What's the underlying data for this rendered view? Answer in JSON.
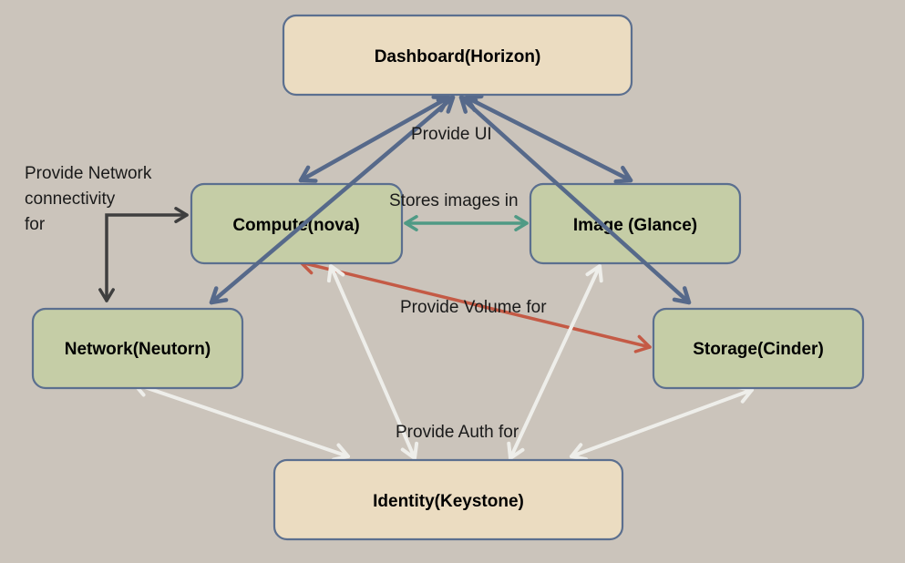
{
  "colors": {
    "background": "#cbc4bb",
    "core_box_fill": "#ebdcc1",
    "service_box_fill": "#c5cda6",
    "box_border": "#5b6f8f",
    "ui_edge": "#56698a",
    "network_edge": "#3f3f3f",
    "image_edge": "#4f9a85",
    "volume_edge": "#c45a45",
    "auth_edge": "#eeeeea"
  },
  "nodes": {
    "dashboard": {
      "label": "Dashboard(Horizon)",
      "kind": "core"
    },
    "compute": {
      "label": "Compute(nova)",
      "kind": "service"
    },
    "image": {
      "label": "Image (Glance)",
      "kind": "service"
    },
    "network": {
      "label": "Network(Neutorn)",
      "kind": "service"
    },
    "storage": {
      "label": "Storage(Cinder)",
      "kind": "service"
    },
    "identity": {
      "label": "Identity(Keystone)",
      "kind": "core"
    }
  },
  "edge_labels": {
    "provide_ui": "Provide UI",
    "network_line1": "Provide Network",
    "network_line2": "connectivity",
    "network_line3": "for",
    "stores_images": "Stores images in",
    "provide_volume": "Provide Volume for",
    "provide_auth": "Provide Auth for"
  },
  "edges": [
    {
      "id": "dashboard-compute",
      "from": "dashboard",
      "to": "compute",
      "relation": "Provide UI",
      "style": "ui",
      "direction": "both"
    },
    {
      "id": "dashboard-image",
      "from": "dashboard",
      "to": "image",
      "relation": "Provide UI",
      "style": "ui",
      "direction": "both"
    },
    {
      "id": "dashboard-network",
      "from": "dashboard",
      "to": "network",
      "relation": "Provide UI",
      "style": "ui",
      "direction": "both"
    },
    {
      "id": "dashboard-storage",
      "from": "dashboard",
      "to": "storage",
      "relation": "Provide UI",
      "style": "ui",
      "direction": "both"
    },
    {
      "id": "network-compute",
      "from": "network",
      "to": "compute",
      "relation": "Provide Network connectivity for",
      "style": "network",
      "direction": "both"
    },
    {
      "id": "compute-image",
      "from": "compute",
      "to": "image",
      "relation": "Stores images in",
      "style": "image",
      "direction": "both"
    },
    {
      "id": "storage-compute",
      "from": "storage",
      "to": "compute",
      "relation": "Provide Volume for",
      "style": "volume",
      "direction": "both"
    },
    {
      "id": "identity-network",
      "from": "identity",
      "to": "network",
      "relation": "Provide Auth for",
      "style": "auth",
      "direction": "both"
    },
    {
      "id": "identity-compute",
      "from": "identity",
      "to": "compute",
      "relation": "Provide Auth for",
      "style": "auth",
      "direction": "both"
    },
    {
      "id": "identity-image",
      "from": "identity",
      "to": "image",
      "relation": "Provide Auth for",
      "style": "auth",
      "direction": "both"
    },
    {
      "id": "identity-storage",
      "from": "identity",
      "to": "storage",
      "relation": "Provide Auth for",
      "style": "auth",
      "direction": "both"
    }
  ]
}
